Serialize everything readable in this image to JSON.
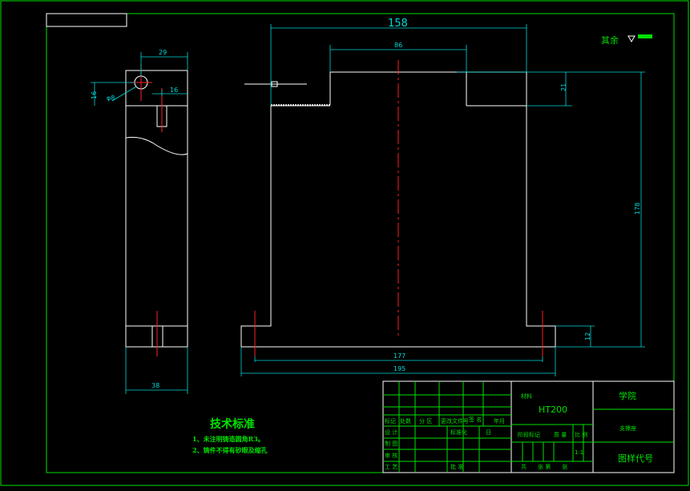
{
  "dimensions": {
    "width_top": "158",
    "slot_width": "86",
    "slot_depth": "21",
    "height": "178",
    "base_inner": "177",
    "base_outer": "195",
    "base_height": "12",
    "side_top": "29",
    "side_bottom": "38",
    "hole_offset": "16",
    "hole_dia": "φ8",
    "hole_y": "16"
  },
  "surface_note": "其余",
  "tech_notes": {
    "title": "技术标准",
    "items": [
      "1、未注明铸造圆角R3。",
      "2、铸件不得有砂眼及缩孔"
    ]
  },
  "title_block": {
    "material_label": "材料",
    "material": "HT200",
    "school": "学院",
    "part_name": "支撑座",
    "drawing_code": "图样代号",
    "scale_label": "比 例",
    "scale": "1:1",
    "stage_label": "阶段标记",
    "weight_label": "质 量",
    "sheet_label": "共　　张 第　　张",
    "rows": {
      "marks": "标记",
      "count": "处数",
      "zone": "分 区",
      "change_doc": "更改文件号",
      "sign": "签 名",
      "date": "年月",
      "design": "设 计",
      "standardize": "标准化",
      "drafting": "制 图",
      "review": "审 核",
      "process": "工 艺",
      "approve": "批 准",
      "day": "日"
    }
  }
}
